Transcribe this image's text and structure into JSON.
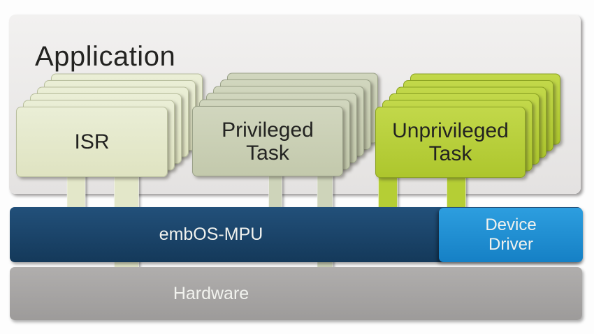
{
  "application": {
    "title": "Application"
  },
  "stacks": [
    {
      "id": "isr",
      "line1": "ISR",
      "line2": ""
    },
    {
      "id": "priv",
      "line1": "Privileged",
      "line2": "Task"
    },
    {
      "id": "unpriv",
      "line1": "Unprivileged",
      "line2": "Task"
    }
  ],
  "layers": {
    "os": {
      "label": "embOS-MPU"
    },
    "device": {
      "line1": "Device",
      "line2": "Driver"
    },
    "hardware": {
      "label": "Hardware"
    }
  },
  "arrows": [
    {
      "id": "isr-os",
      "from": "ISR",
      "to": "embOS-MPU",
      "color_key": "arrow_isr"
    },
    {
      "id": "isr-hw",
      "from": "ISR",
      "to": "Hardware",
      "color_key": "arrow_isr"
    },
    {
      "id": "priv-os",
      "from": "Privileged Task",
      "to": "embOS-MPU",
      "color_key": "arrow_priv"
    },
    {
      "id": "priv-hw",
      "from": "Privileged Task",
      "to": "Hardware",
      "color_key": "arrow_priv"
    },
    {
      "id": "unpriv-os",
      "from": "Unprivileged Task",
      "to": "embOS-MPU",
      "color_key": "arrow_unpriv"
    },
    {
      "id": "unpriv-dd",
      "from": "Unprivileged Task",
      "to": "Device Driver",
      "color_key": "arrow_unpriv"
    }
  ],
  "colors": {
    "app_bg_top": "#f2f1f0",
    "app_bg_bottom": "#e4e2e1",
    "isr_top": "#eaeed6",
    "isr_bottom": "#dfe3c1",
    "isr_edge": "#b9bf9e",
    "priv_top": "#d1d6be",
    "priv_bottom": "#c3c9ac",
    "priv_edge": "#9aa188",
    "unpriv_top": "#c2d84a",
    "unpriv_bottom": "#adc62d",
    "unpriv_edge": "#8ba322",
    "os_bar_top": "#22507a",
    "os_bar_bottom": "#14395a",
    "device_top": "#2d9edf",
    "device_bottom": "#1580c5",
    "hardware_top": "#b0aead",
    "hardware_bottom": "#9d9b9a",
    "arrow_isr": "#e3e7c9",
    "arrow_priv": "#ced4ba",
    "arrow_unpriv": "#b5ce34",
    "text_dark": "#232321",
    "text_light": "#f1f2ee"
  }
}
